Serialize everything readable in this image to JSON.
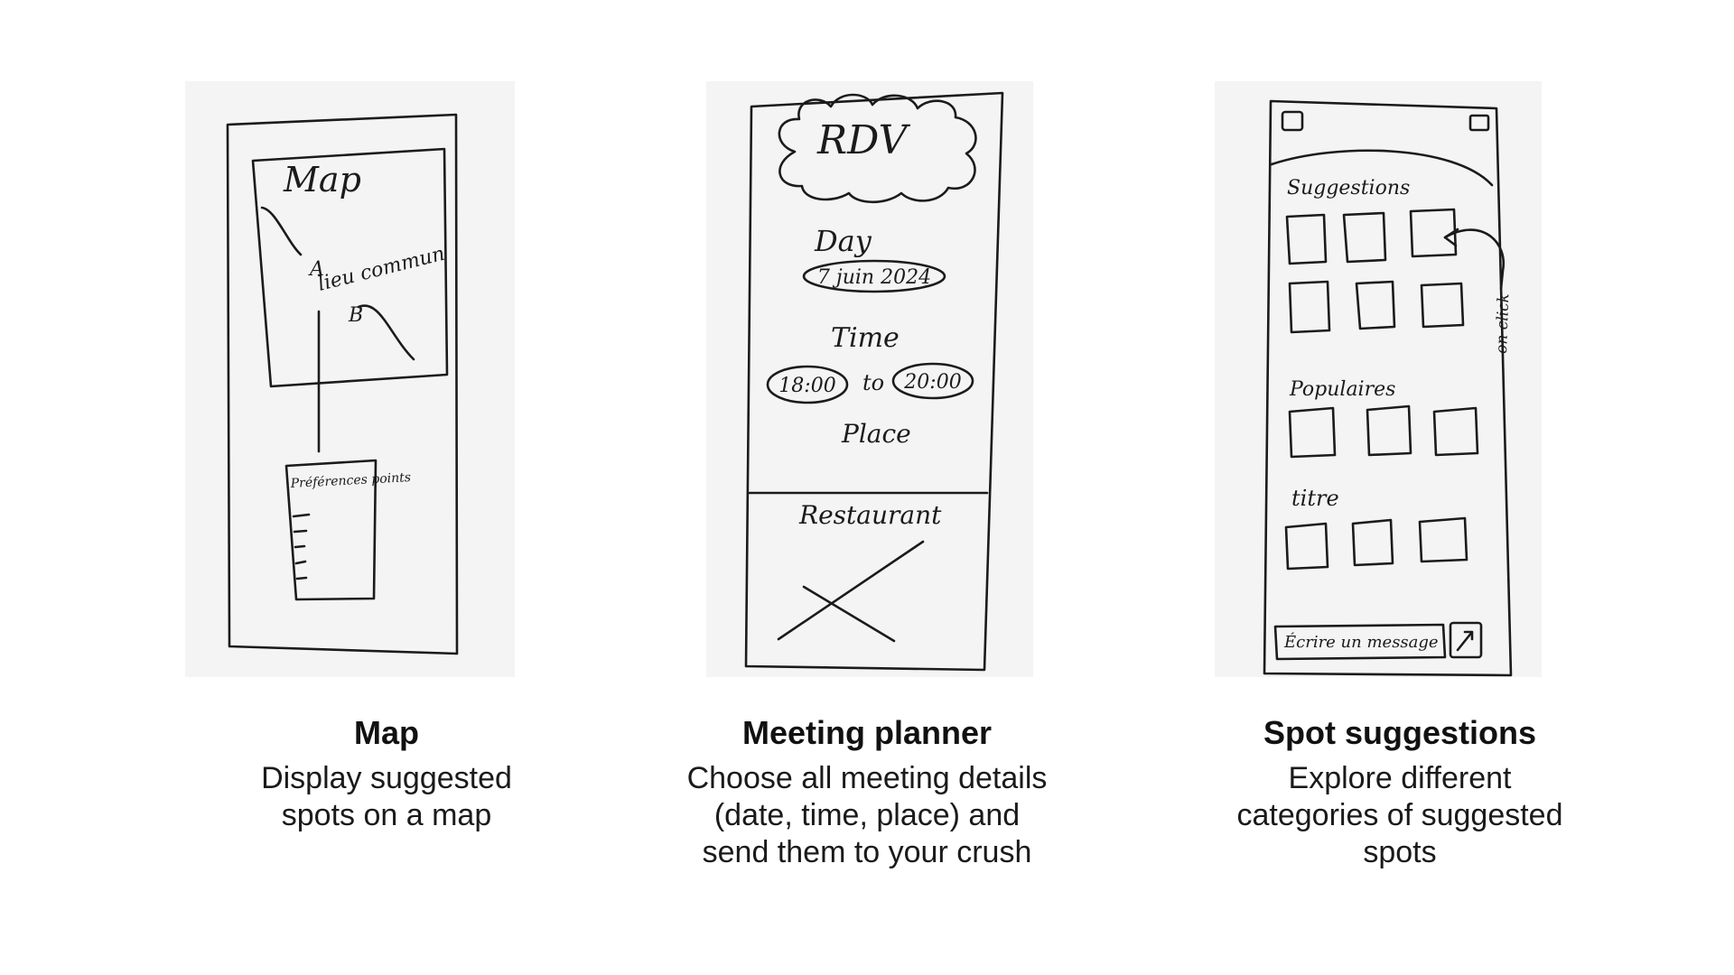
{
  "screens": [
    {
      "sketch": {
        "map_label": "Map",
        "point_a": "A",
        "common_place": "lieu commun",
        "point_b": "B",
        "list_heading": "Préférences points"
      },
      "title": "Map",
      "description": "Display suggested\nspots on a map"
    },
    {
      "sketch": {
        "header": "RDV",
        "day_label": "Day",
        "date_value": "7 juin 2024",
        "time_label": "Time",
        "time_start": "18:00",
        "time_separator": "to",
        "time_end": "20:00",
        "place_label": "Place",
        "section_label": "Restaurant"
      },
      "title": "Meeting planner",
      "description": "Choose all meeting details\n(date, time, place) and\nsend them to your crush"
    },
    {
      "sketch": {
        "suggestions_label": "Suggestions",
        "populaires_label": "Populaires",
        "third_label": "titre",
        "click_note": "on click",
        "message_placeholder": "Écrire un message"
      },
      "title": "Spot suggestions",
      "description": "Explore different\ncategories of suggested\nspots"
    }
  ]
}
